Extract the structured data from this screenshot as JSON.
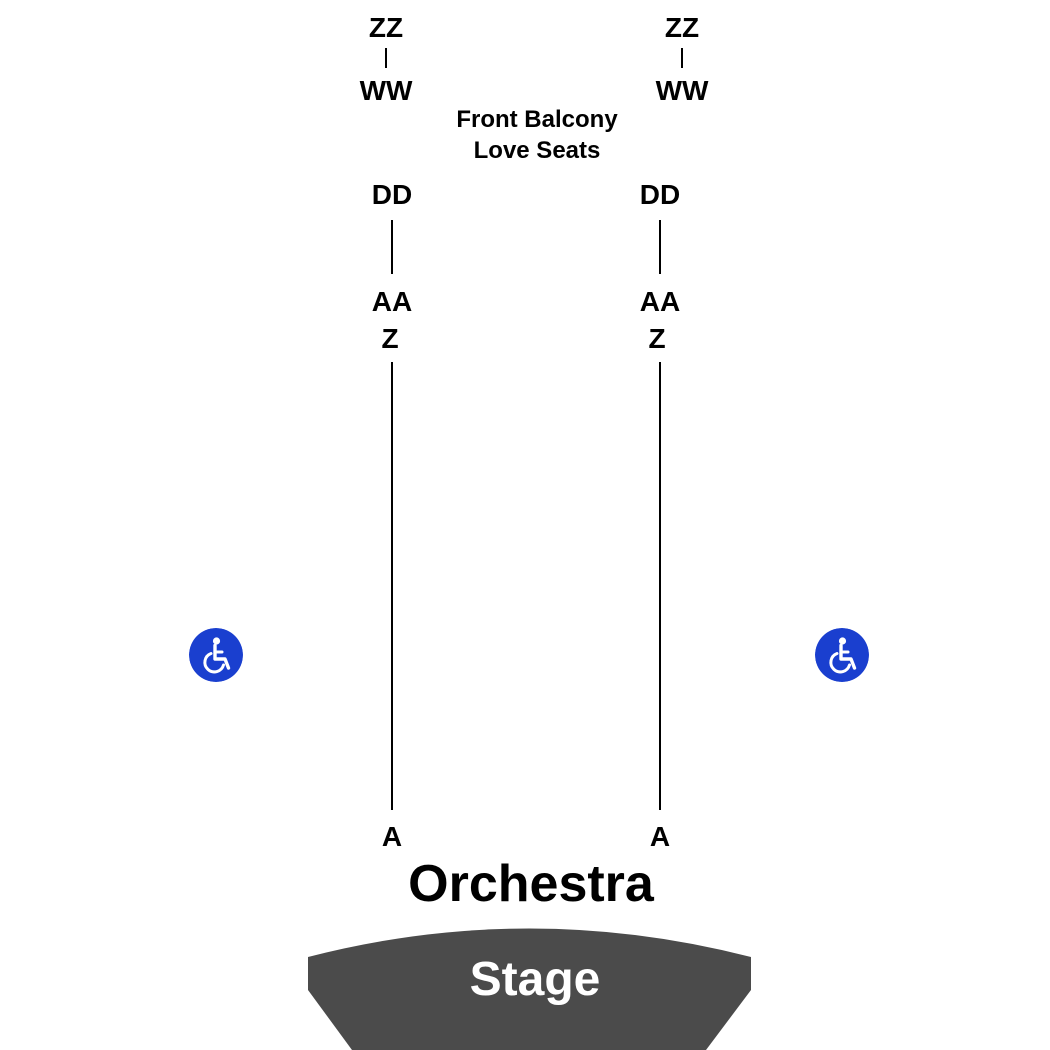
{
  "colors": {
    "background": "#ffffff",
    "text": "#000000",
    "stage_fill": "#4b4b4b",
    "stage_text": "#ffffff",
    "accessible_icon_bg": "#1a3fcf"
  },
  "balcony": {
    "title_line1": "Front Balcony",
    "title_line2": "Love Seats",
    "left_aisle": {
      "top_row": "ZZ",
      "bottom_row": "WW"
    },
    "right_aisle": {
      "top_row": "ZZ",
      "bottom_row": "WW"
    }
  },
  "orchestra": {
    "title": "Orchestra",
    "left_aisle": {
      "rear_top": "DD",
      "rear_bottom": "AA",
      "front_top": "Z",
      "front_bottom": "A"
    },
    "right_aisle": {
      "rear_top": "DD",
      "rear_bottom": "AA",
      "front_top": "Z",
      "front_bottom": "A"
    }
  },
  "stage": {
    "label": "Stage"
  },
  "icons": {
    "accessible_left": "wheelchair-icon",
    "accessible_right": "wheelchair-icon"
  }
}
